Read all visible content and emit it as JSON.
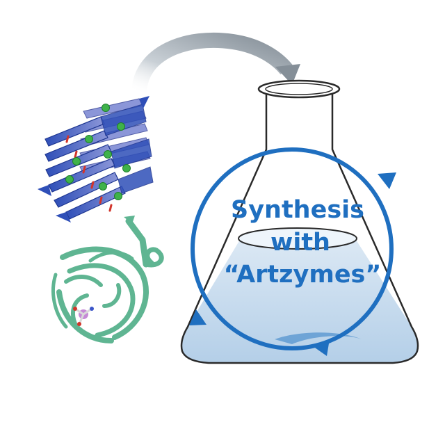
{
  "caption": {
    "line1": "Synthesis",
    "line2": "with",
    "line3": "“Artzymes”"
  },
  "colors": {
    "cycle_blue": "#1f6fc0",
    "beta_helix_blue": "#2f4fb8",
    "beta_helix_light": "#8b96d8",
    "barrel_green": "#5fb592",
    "calcium_green": "#3fb24a",
    "liquid_blue": "#c6dcef",
    "flask_outline": "#2a2a2a",
    "transfer_arrow_gray": "#8f9aa3"
  },
  "icons": {
    "beta_helix_protein": "beta-helix-protein-icon",
    "beta_barrel_protein": "beta-barrel-protein-icon",
    "transfer_arrow": "curved-gray-arrow-icon",
    "flask": "erlenmeyer-flask-icon",
    "cycle": "circular-cycle-arrows-icon"
  }
}
